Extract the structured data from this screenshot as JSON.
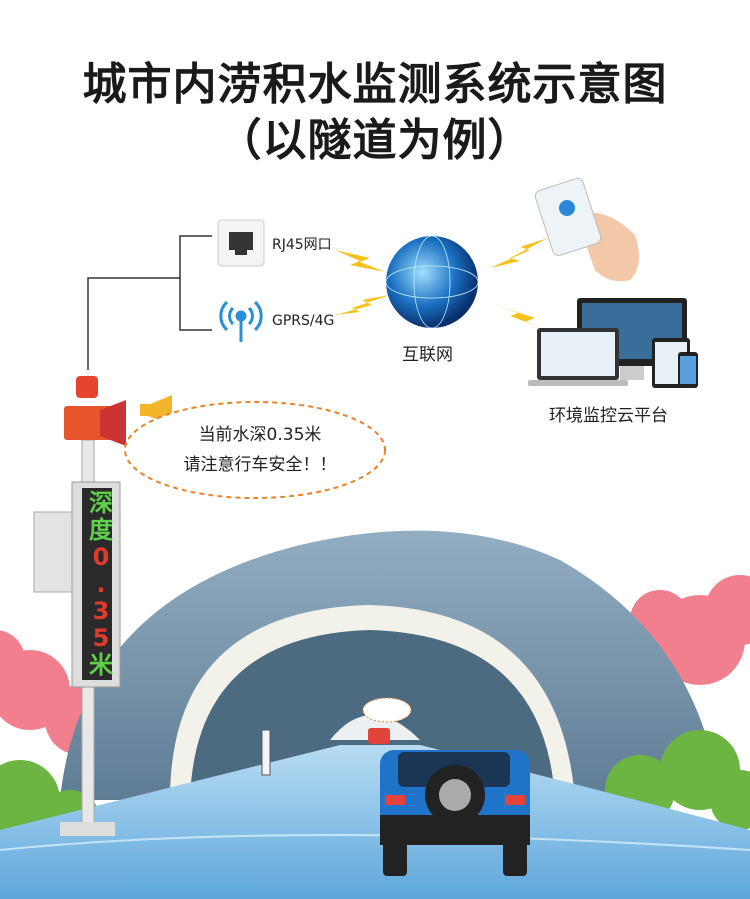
{
  "title": {
    "line1": "城市内涝积水监测系统示意图",
    "line2": "（以隧道为例）"
  },
  "network": {
    "rj45_label": "RJ45网口",
    "gprs_label": "GPRS/4G",
    "internet_label": "互联网",
    "platform_label": "环境监控云平台"
  },
  "speaker_bubble": {
    "line1": "当前水深0.35米",
    "line2": "请注意行车安全！！"
  },
  "led_display": {
    "chars": [
      "深",
      "度",
      "0",
      ".",
      "3",
      "5",
      "米"
    ],
    "label_color": "#5fd04a",
    "value_color": "#e03a2a"
  },
  "colors": {
    "mountain": "#7d98ae",
    "cloud": "#f27f8e",
    "bush": "#6cb543",
    "water": "#8fc3e6",
    "car": "#1f74c9"
  }
}
